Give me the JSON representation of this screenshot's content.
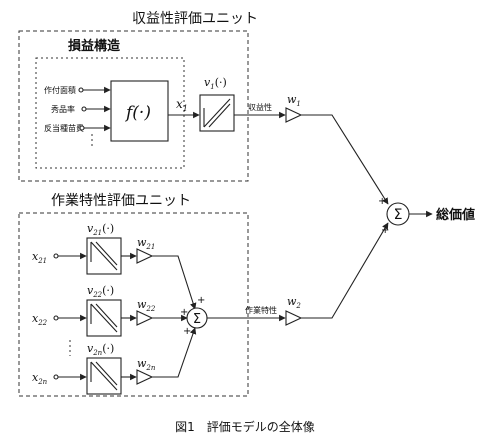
{
  "profit_unit": {
    "title": "収益性評価ユニット",
    "sub_title": "損益構造",
    "inputs": [
      "作付面積",
      "秀品率",
      "反当種苗費"
    ],
    "func_label": "f(·)",
    "out_var": "x",
    "out_sub": "1",
    "block_label": "v",
    "block_sub": "1",
    "block_arg": "(·)",
    "out_label": "収益性",
    "weight": "w",
    "weight_sub": "1"
  },
  "work_unit": {
    "title": "作業特性評価ユニット",
    "rows": [
      {
        "x": "x",
        "x_sub": "21",
        "v": "v",
        "v_sub": "21",
        "v_arg": "(·)",
        "w": "w",
        "w_sub": "21"
      },
      {
        "x": "x",
        "x_sub": "22",
        "v": "v",
        "v_sub": "22",
        "v_arg": "(·)",
        "w": "w",
        "w_sub": "22"
      },
      {
        "x": "x",
        "x_sub": "2n",
        "v": "v",
        "v_sub": "2n",
        "v_arg": "(·)",
        "w": "w",
        "w_sub": "2n"
      }
    ],
    "sum_symbol": "Σ",
    "plus": "+",
    "out_label": "作業特性",
    "weight": "w",
    "weight_sub": "2"
  },
  "total": {
    "sum_symbol": "Σ",
    "plus": "+",
    "label": "総価値"
  },
  "caption": "図1　評価モデルの全体像"
}
